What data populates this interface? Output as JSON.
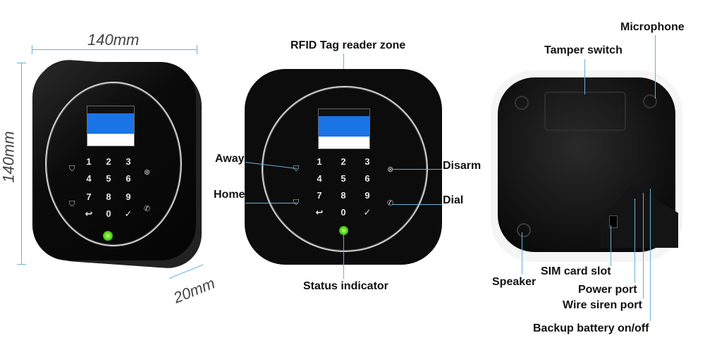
{
  "dimensions": {
    "width": "140mm",
    "height": "140mm",
    "depth": "20mm"
  },
  "front_labels": {
    "rfid": "RFID Tag reader zone",
    "away": "Away",
    "home": "Home",
    "disarm": "Disarm",
    "dial": "Dial",
    "status": "Status indicator"
  },
  "back_labels": {
    "microphone": "Microphone",
    "tamper": "Tamper switch",
    "speaker": "Speaker",
    "sim": "SIM card slot",
    "power": "Power port",
    "siren": "Wire siren port",
    "battery": "Backup battery on/off"
  },
  "keypad": [
    "1",
    "2",
    "3",
    "4",
    "5",
    "6",
    "7",
    "8",
    "9",
    "↩",
    "0",
    "✓"
  ],
  "icons": [
    "shield-away-icon",
    "shield-home-icon",
    "shield-disarm-icon",
    "phone-dial-icon"
  ],
  "colors": {
    "panel": "#0c0c0c",
    "screen": "#1a74e6",
    "led": "#4fd11d",
    "leader": "#6ab0d8",
    "back": "#f2f2f2"
  }
}
